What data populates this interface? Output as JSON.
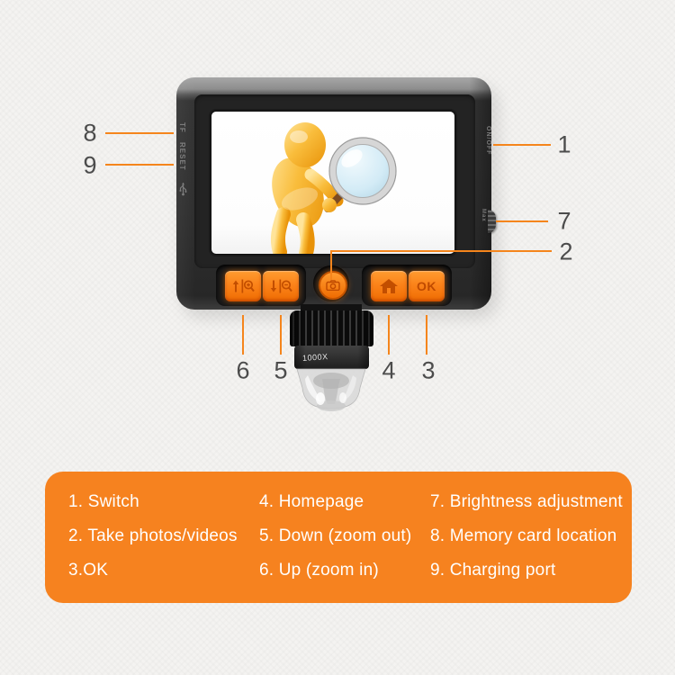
{
  "colors": {
    "accent_orange": "#F5851C",
    "panel_orange": "#F6821F",
    "button_orange": "#FB831A",
    "body_dark": "#2F2F2F",
    "background": "#F4F3F1"
  },
  "device": {
    "left_edge": {
      "tf_label": "TF",
      "reset_label": "RESET"
    },
    "right_edge": {
      "power_label": "ON/OFF",
      "brightness_label": "Max"
    },
    "lens": {
      "zoom_label": "1000X"
    },
    "buttons": {
      "ok_label": "OK"
    }
  },
  "callouts": {
    "c1": "1",
    "c2": "2",
    "c3": "3",
    "c4": "4",
    "c5": "5",
    "c6": "6",
    "c7": "7",
    "c8": "8",
    "c9": "9"
  },
  "legend": {
    "items": [
      "1. Switch",
      "2. Take photos/videos",
      "3.OK",
      "4. Homepage",
      "5. Down (zoom out)",
      "6. Up (zoom in)",
      "7. Brightness adjustment",
      "8. Memory card location",
      "9. Charging port"
    ]
  }
}
